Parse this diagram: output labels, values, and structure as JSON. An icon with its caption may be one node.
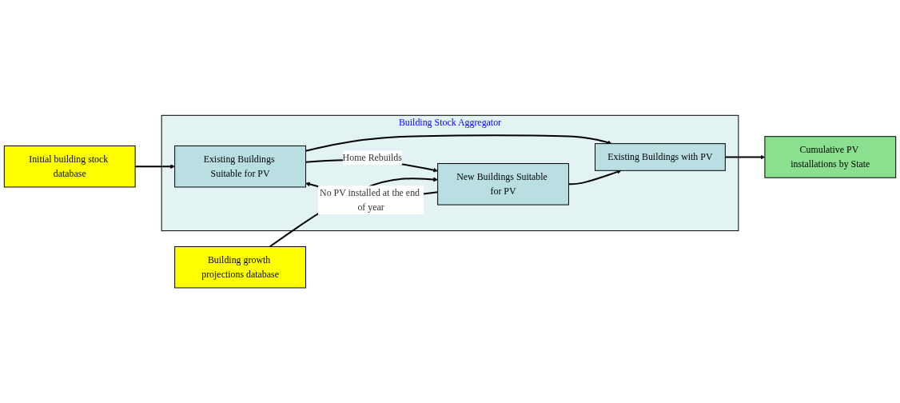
{
  "diagram": {
    "nodes": [
      {
        "text": [
          "Building Stock Aggregator"
        ]
      },
      {
        "text": [
          "Initial building stock database"
        ]
      },
      {
        "text": [
          "Existing Buildings Suitable for PV"
        ],
        "in": 0
      },
      {
        "text": [
          "New Buildings Suitable for PV"
        ],
        "in": 0
      },
      {
        "text": [
          "Building growth projections database"
        ]
      },
      {
        "text": [
          "Existing Buildings with PV"
        ],
        "in": 0
      },
      {
        "text": [
          "Cumulative PV installations by State"
        ]
      }
    ],
    "edges": [
      {
        "from": 1,
        "to": 2,
        "arrow": "to"
      },
      {
        "from": 3,
        "to": 2,
        "arrow": "to",
        "label": "No PV installed at the end of year"
      },
      {
        "from": 2,
        "to": 3,
        "arrow": "to",
        "label": "Home Rebuilds"
      },
      {
        "from": 4,
        "to": 3,
        "arrow": "to"
      },
      {
        "from": 2,
        "to": 5,
        "arrow": "to"
      },
      {
        "from": 3,
        "to": 5,
        "arrow": "to"
      },
      {
        "from": 5,
        "to": 6,
        "arrow": "to"
      }
    ]
  }
}
